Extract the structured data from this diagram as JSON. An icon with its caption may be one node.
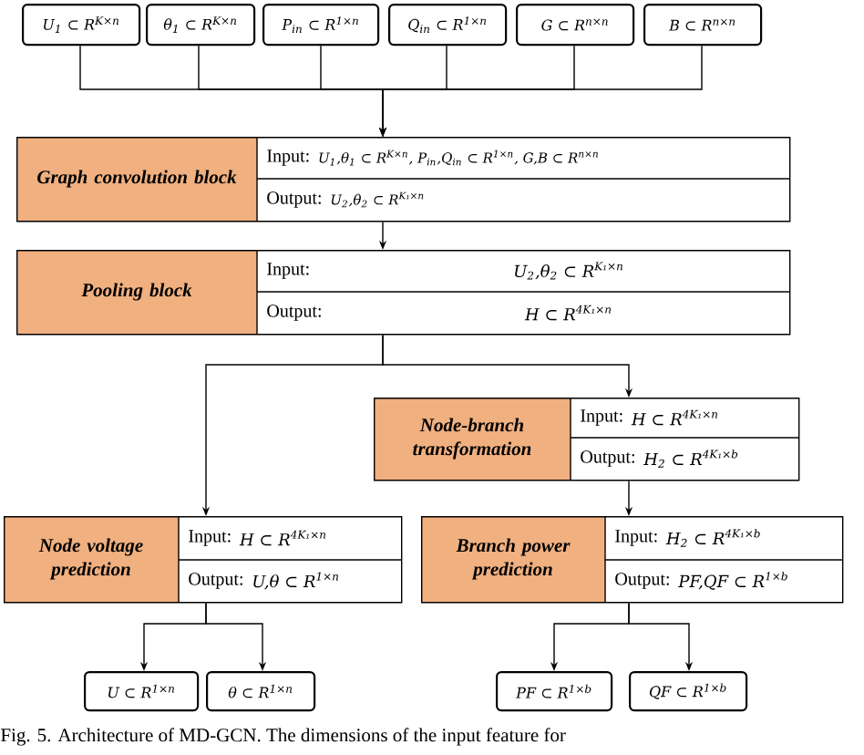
{
  "diagram": {
    "caption": "Fig. 5.   Architecture of MD-GCN. The dimensions of the input feature for",
    "nodes": [
      {
        "text": [
          "U$_{1}$ ⊂ R$^{K×n}$"
        ]
      },
      {
        "text": [
          "θ$_{1}$ ⊂ R$^{K×n}$"
        ]
      },
      {
        "text": [
          "P$_{in}$ ⊂ R$^{1×n}$"
        ]
      },
      {
        "text": [
          "Q$_{in}$ ⊂ R$^{1×n}$"
        ]
      },
      {
        "text": [
          "G ⊂ R$^{n×n}$"
        ]
      },
      {
        "text": [
          "B ⊂ R$^{n×n}$"
        ]
      },
      {
        "text": [
          "Graph convolution block",
          "Input:",
          "U$_{1}$,θ$_{1}$ ⊂ R$^{K×n}$, P$_{in}$,Q$_{in}$ ⊂ R$^{1×n}$, G,B ⊂ R$^{n×n}$",
          "Output:",
          "U$_{2}$,θ$_{2}$ ⊂ R$^{K₁×n}$"
        ]
      },
      {
        "text": [
          "Pooling block",
          "Input:",
          "U$_{2}$,θ$_{2}$ ⊂ R$^{K₁×n}$",
          "Output:",
          "H ⊂ R$^{4K₁×n}$"
        ]
      },
      {
        "text": [
          "Node-branch transformation",
          "Input:",
          "H ⊂ R$^{4K₁×n}$",
          "Output:",
          "H$_{2}$ ⊂ R$^{4K₁×b}$"
        ]
      },
      {
        "text": [
          "Node voltage prediction",
          "Input:",
          "H ⊂ R$^{4K₁×n}$",
          "Output:",
          "U,θ ⊂ R$^{1×n}$"
        ]
      },
      {
        "text": [
          "Branch power prediction",
          "Input:",
          "H$_{2}$ ⊂ R$^{4K₁×b}$",
          "Output:",
          "PF,QF ⊂ R$^{1×b}$"
        ]
      },
      {
        "text": [
          "U ⊂ R$^{1×n}$"
        ]
      },
      {
        "text": [
          "θ ⊂ R$^{1×n}$"
        ]
      },
      {
        "text": [
          "PF ⊂ R$^{1×b}$"
        ]
      },
      {
        "text": [
          "QF ⊂ R$^{1×b}$"
        ]
      }
    ],
    "edges": [
      {
        "from": 0,
        "to": 6,
        "arrow": "to"
      },
      {
        "from": 1,
        "to": 6,
        "arrow": "to"
      },
      {
        "from": 2,
        "to": 6,
        "arrow": "to"
      },
      {
        "from": 3,
        "to": 6,
        "arrow": "to"
      },
      {
        "from": 4,
        "to": 6,
        "arrow": "to"
      },
      {
        "from": 5,
        "to": 6,
        "arrow": "to"
      },
      {
        "from": 6,
        "to": 7,
        "arrow": "to"
      },
      {
        "from": 7,
        "to": 8,
        "arrow": "to"
      },
      {
        "from": 7,
        "to": 9,
        "arrow": "to"
      },
      {
        "from": 8,
        "to": 10,
        "arrow": "to"
      },
      {
        "from": 9,
        "to": 11,
        "arrow": "to"
      },
      {
        "from": 9,
        "to": 12,
        "arrow": "to"
      },
      {
        "from": 10,
        "to": 13,
        "arrow": "to"
      },
      {
        "from": 10,
        "to": 14,
        "arrow": "to"
      }
    ]
  }
}
